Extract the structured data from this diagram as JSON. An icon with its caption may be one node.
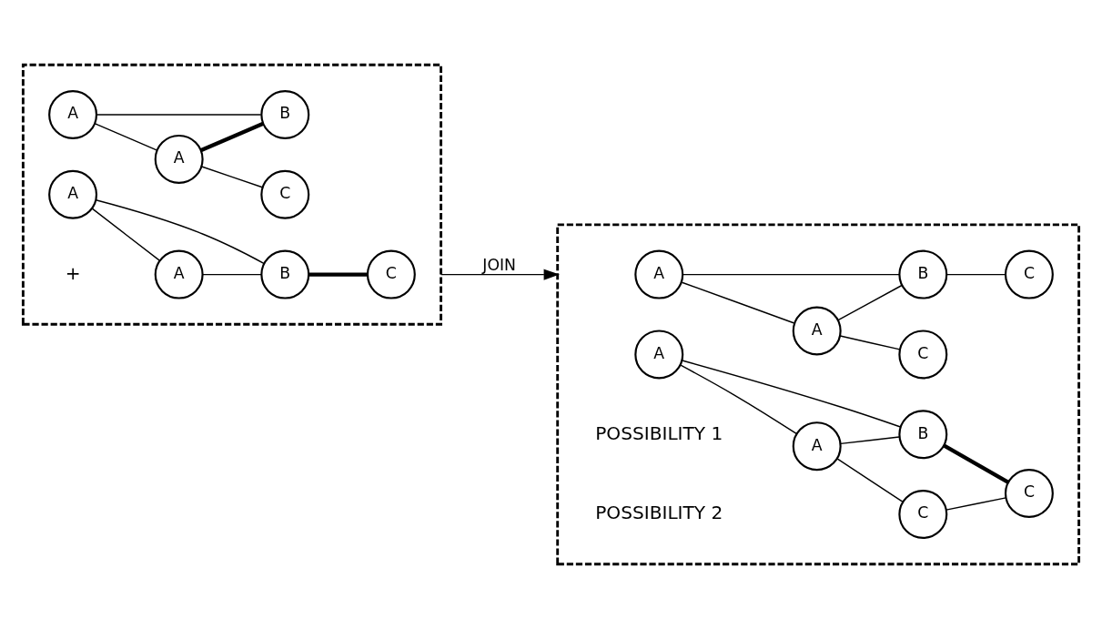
{
  "diagram": {
    "nodes": [
      {
        "text": [],
        "shape": "box"
      },
      {
        "text": [],
        "shape": "box"
      },
      {
        "text": [
          "A"
        ],
        "in": 0
      },
      {
        "text": [
          "C"
        ],
        "in": 0
      },
      {
        "text": [
          "A"
        ],
        "in": 0
      },
      {
        "text": [
          "B"
        ],
        "in": 0
      },
      {
        "text": [
          "A"
        ],
        "in": 0
      },
      {
        "text": [
          "A"
        ],
        "in": 0
      },
      {
        "text": [
          "B"
        ],
        "in": 0
      },
      {
        "text": [
          "C"
        ],
        "in": 0
      },
      {
        "text": [
          "A"
        ],
        "in": 1
      },
      {
        "text": [
          "C"
        ],
        "in": 1
      },
      {
        "text": [
          "A"
        ],
        "in": 1
      },
      {
        "text": [
          "B"
        ],
        "in": 1
      },
      {
        "text": [
          "C"
        ],
        "in": 1
      },
      {
        "text": [
          "A"
        ],
        "in": 1
      },
      {
        "text": [
          "C"
        ],
        "in": 1
      },
      {
        "text": [
          "A"
        ],
        "in": 1
      },
      {
        "text": [
          "B"
        ],
        "in": 1
      },
      {
        "text": [
          "C"
        ],
        "in": 1
      }
    ],
    "edges": [
      {
        "from": 4,
        "to": 2,
        "arrow": "none"
      },
      {
        "from": 4,
        "to": 5,
        "arrow": "none"
      },
      {
        "from": 2,
        "to": 5,
        "arrow": "none",
        "style": "thick"
      },
      {
        "from": 2,
        "to": 3,
        "arrow": "none"
      },
      {
        "from": 7,
        "to": 6,
        "arrow": "none"
      },
      {
        "from": 7,
        "to": 8,
        "arrow": "none"
      },
      {
        "from": 6,
        "to": 8,
        "arrow": "none"
      },
      {
        "from": 8,
        "to": 9,
        "arrow": "none",
        "style": "thick"
      },
      {
        "from": 0,
        "to": 1,
        "arrow": "to",
        "label": "JOIN"
      },
      {
        "from": 12,
        "to": 10,
        "arrow": "none"
      },
      {
        "from": 12,
        "to": 13,
        "arrow": "none"
      },
      {
        "from": 10,
        "to": 13,
        "arrow": "none"
      },
      {
        "from": 10,
        "to": 11,
        "arrow": "none"
      },
      {
        "from": 13,
        "to": 14,
        "arrow": "none"
      },
      {
        "from": 17,
        "to": 15,
        "arrow": "none"
      },
      {
        "from": 17,
        "to": 18,
        "arrow": "none"
      },
      {
        "from": 15,
        "to": 18,
        "arrow": "none"
      },
      {
        "from": 15,
        "to": 16,
        "arrow": "none"
      },
      {
        "from": 16,
        "to": 19,
        "arrow": "none"
      },
      {
        "from": 18,
        "to": 19,
        "arrow": "none",
        "style": "thick"
      }
    ],
    "labels": [
      "+",
      "POSSIBILITY 1",
      "POSSIBILITY 2"
    ]
  }
}
